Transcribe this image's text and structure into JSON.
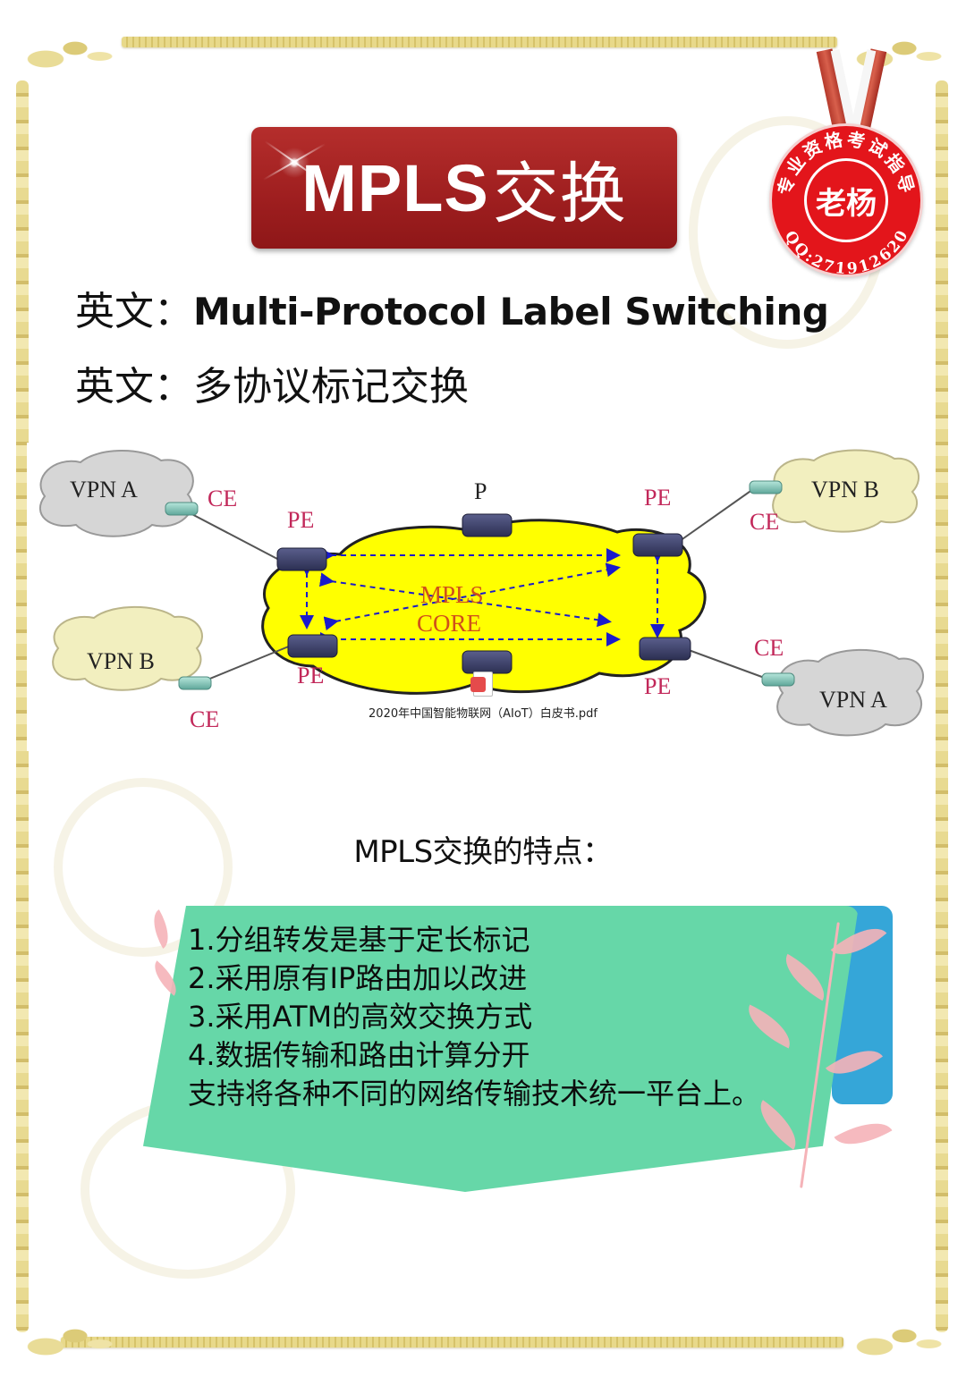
{
  "title": {
    "text_latin": "MPLS",
    "text_zh": "交换",
    "badge_color": "#9e1e1f"
  },
  "medal": {
    "center_text": "老杨",
    "ring_text": "专业资格考试指导",
    "qq_text": "QQ:271912620",
    "color": "#e3151b"
  },
  "names": {
    "english_label": "英文：",
    "english_value": "Multi-Protocol Label Switching",
    "chinese_label": "英文：",
    "chinese_value": "多协议标记交换"
  },
  "diagram": {
    "core_label_line1": "MPLS",
    "core_label_line2": "CORE",
    "core_color": "#ffff00",
    "nodes": [
      {
        "label": "P",
        "role": "provider-core"
      },
      {
        "label": "PE",
        "role": "provider-edge-top-left"
      },
      {
        "label": "PE",
        "role": "provider-edge-bottom-left"
      },
      {
        "label": "PE",
        "role": "provider-edge-top-right"
      },
      {
        "label": "PE",
        "role": "provider-edge-bottom-right"
      }
    ],
    "sites": [
      {
        "vpn": "VPN A",
        "ce": "CE",
        "position": "top-left",
        "cloud_color": "#d6d6d6"
      },
      {
        "vpn": "VPN B",
        "ce": "CE",
        "position": "bottom-left",
        "cloud_color": "#f2efbf"
      },
      {
        "vpn": "VPN B",
        "ce": "CE",
        "position": "top-right",
        "cloud_color": "#f2efbf"
      },
      {
        "vpn": "VPN A",
        "ce": "CE",
        "position": "bottom-right",
        "cloud_color": "#d6d6d6"
      }
    ],
    "labels": {
      "p": "P",
      "pe": "PE",
      "ce": "CE",
      "vpn_a": "VPN A",
      "vpn_b": "VPN B"
    }
  },
  "attachment": {
    "icon": "pdf-file-icon",
    "filename": "2020年中国智能物联网（AIoT）白皮书.pdf"
  },
  "features": {
    "heading": "MPLS交换的特点：",
    "items": [
      "1.分组转发是基于定长标记",
      "2.采用原有IP路由加以改进",
      "3.采用ATM的高效交换方式",
      "4.数据传输和路由计算分开",
      "支持将各种不同的网络传输技术统一平台上。"
    ],
    "card_color": "#66d7a8",
    "accent_color": "#35a6d8"
  }
}
